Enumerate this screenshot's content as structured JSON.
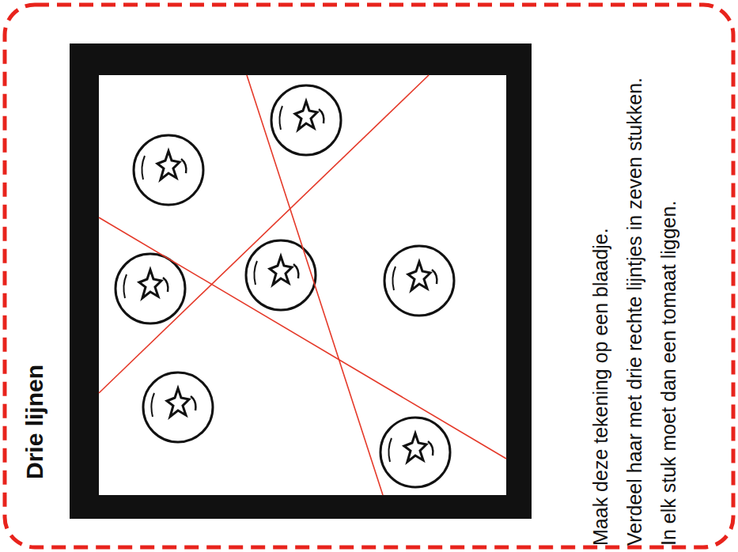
{
  "diagram": {
    "title": "Drie lijnen",
    "labels": [
      "Maak deze tekening op een blaadje.",
      "Verdeel haar met drie rechte lijntjes in zeven stukken.",
      "In elk stuk moet dan een tomaat liggen."
    ]
  }
}
